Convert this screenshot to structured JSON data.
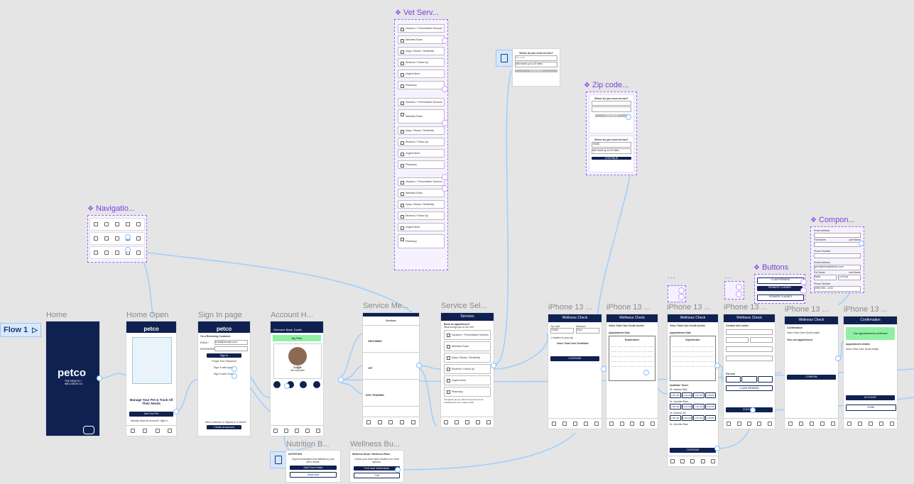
{
  "flow": {
    "label": "Flow 1"
  },
  "frames": {
    "home": "Home",
    "home_open": "Home Open",
    "sign_in": "Sign In page",
    "account": "Account H...",
    "service_me": "Service Me...",
    "service_sel": "Service Sel...",
    "iphone1": "iPhone 13 ...",
    "iphone2": "iPhone 13 ...",
    "iphone3": "iPhone 13 ...",
    "iphone4": "iPhone 13 ...",
    "iphone5": "iPhone 13 ...",
    "iphone6": "iPhone 13 ...",
    "nutrition": "Nutrition B...",
    "wellness": "Wellness Bu..."
  },
  "components": {
    "vet": "Vet Serv...",
    "zip": "Zip code...",
    "navigation": "Navigatio...",
    "buttons": "Buttons",
    "compon": "Compon...",
    "dots1": "...",
    "dots2": "..."
  },
  "screens": {
    "home": {
      "logo": "petco",
      "tagline": "THE HEALTH + WELLNESS CO."
    },
    "home_open": {
      "logo": "petco",
      "headline": "Manage Your Pet & Track All Their Needs",
      "cta": "Add Your Pet",
      "signin": "Already have an account? Sign In"
    },
    "sign_in": {
      "logo": "petco",
      "title": "I'm a Returning Customer",
      "email_label": "EMAIL*",
      "email_value": "email@domain.com",
      "password_label": "PASSWORD*",
      "signin_btn": "Sign In",
      "forgot": "Forgot Your Password",
      "apple": "Sign in with Apple",
      "google": "Sign in with Google",
      "new_customer": "New Customer or Signed-in in Store?",
      "create": "Create an account"
    },
    "account": {
      "title": "Welcome Back, Dustin",
      "pet_btn": "My Pets",
      "pet_name": "Lugo",
      "pet_sub": "Siti orizontile"
    },
    "service_me": {
      "title": "Services",
      "grooming": "GROOMING",
      "vet": "VET",
      "dog_training": "DOG TRAINING"
    },
    "service_sel": {
      "title": "Services",
      "q1": "Book an appointment",
      "q2": "What brings you to the vet?",
      "items": [
        "Vaccines + Preventative Services",
        "Wellness Exam",
        "Injury / Illness / Sensitivity",
        "Recheck / Follow Up",
        "Urgent Need",
        "Pharmacy"
      ],
      "note": "*Surgeries are by referral only and can be scheduled at your nearest clinic"
    },
    "iphone1": {
      "title": "Wellness Check",
      "zip_label": "Zip code",
      "zip_value": "75288",
      "dist_label": "Distance",
      "dist_value": "20mi",
      "result": "1 location to your zip",
      "clinic": "Vetco Total Care Southlake",
      "btn": "CONTINUE"
    },
    "iphone2": {
      "title": "Wellness Check",
      "clinic": "Vetco Total Care South Austin",
      "section": "Appointment Date",
      "month": "September"
    },
    "iphone3": {
      "title": "Wellness Check",
      "clinic": "Vetco Total Care South Austin",
      "section": "Appointment Date",
      "month": "September",
      "times_label": "Available Times",
      "times": [
        "9:00 AM",
        "11:00 AM",
        "1:30 PM",
        "2:45 PM"
      ],
      "dr1": "Dr. Nathan Weil",
      "dr2": "Dr. Jennifer Ram",
      "dr3": "Dr. Andrea Gill",
      "dr4": "Dr. Jennifer Ram",
      "btn": "CONTINUE"
    },
    "iphone4": {
      "title": "Wellness Check",
      "contact": "Contact info holder",
      "pet_info": "Pet Info",
      "reward_btn": "CLAIM REWARD",
      "btn": "CONTINUE"
    },
    "iphone5": {
      "title": "Wellness Check",
      "header": "Confirmation",
      "clinic": "Vetco Total Care South Austin",
      "section": "Your pet appointment",
      "btn": "CONFIRM"
    },
    "iphone6": {
      "title": "Confirmation",
      "banner": "Your appointment is confirmed!",
      "section": "Appointment details",
      "clinic": "Vetco Total Care South Austin",
      "btn1": "ACCOUNT",
      "btn2": "DONE"
    },
    "nutrition": {
      "title": "NUTRITION",
      "text": "Expert-formulated food tailored to your pet's needs.",
      "btn1": "Start Food Finder",
      "btn2": "Shop food"
    },
    "wellness": {
      "title": "Wellness Book / Wellness Plans",
      "text": "Check your local Vetco location for more options.",
      "btn1": "Find local Veterinarian",
      "btn2": "Call"
    },
    "modal": {
      "title": "Where do you need service?",
      "placeholder": "Zip code",
      "select": "Will travel up to 20 miles",
      "btn": "CONTINUE"
    },
    "zip_comp": {
      "title": "Where do you need service?",
      "zip_value": "75288",
      "select": "Will travel up to 20 miles",
      "btn_disabled": "CONTINUE",
      "btn": "CONTINUE"
    },
    "buttons_comp": {
      "b1": "CLAIM REWARD",
      "b2": "REWARD CLAIMED",
      "b3": "REWARD CLAIMED"
    },
    "compon": {
      "f1": "Email address",
      "f2": "First Name",
      "f3": "Last Name",
      "f4": "Phone Number",
      "f5": "Email Address",
      "f6": "guest@emailaddress.com",
      "f7": "Pet Name",
      "f8": "Last Name",
      "f9": "Phone Number",
      "v1": "Wally",
      "v2": "La Rosa",
      "v3": "(555) 555 - 1234"
    },
    "vet_items": [
      "Vaccines + Preventative Services",
      "Wellness Exam",
      "Injury / Illness / Sensitivity",
      "Recheck / Follow Up",
      "Urgent Need",
      "Pharmacy",
      "Vaccines + Preventative Services",
      "Wellness Exam",
      "Injury / Illness / Sensitivity",
      "Recheck / Follow Up",
      "Urgent Need",
      "Pharmacy",
      "Vaccines + Preventative Services",
      "Wellness Exam",
      "Injury / Illness / Sensitivity",
      "Recheck / Follow Up",
      "Urgent Need",
      "Pharmacy"
    ]
  }
}
